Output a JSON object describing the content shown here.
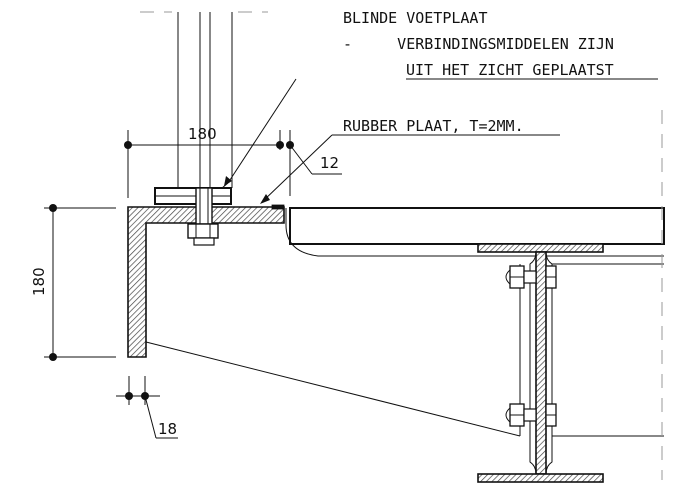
{
  "notes": {
    "blind_plate_line1": "BLINDE VOETPLAAT",
    "blind_plate_line2": "-     VERBINDINGSMIDDELEN ZIJN",
    "blind_plate_line3": "UIT HET ZICHT GEPLAATST",
    "rubber_plate": "RUBBER PLAAT, T=2MM."
  },
  "dimensions": {
    "top_width": "180",
    "gap": "12",
    "angle_height": "180",
    "angle_thickness": "18"
  }
}
